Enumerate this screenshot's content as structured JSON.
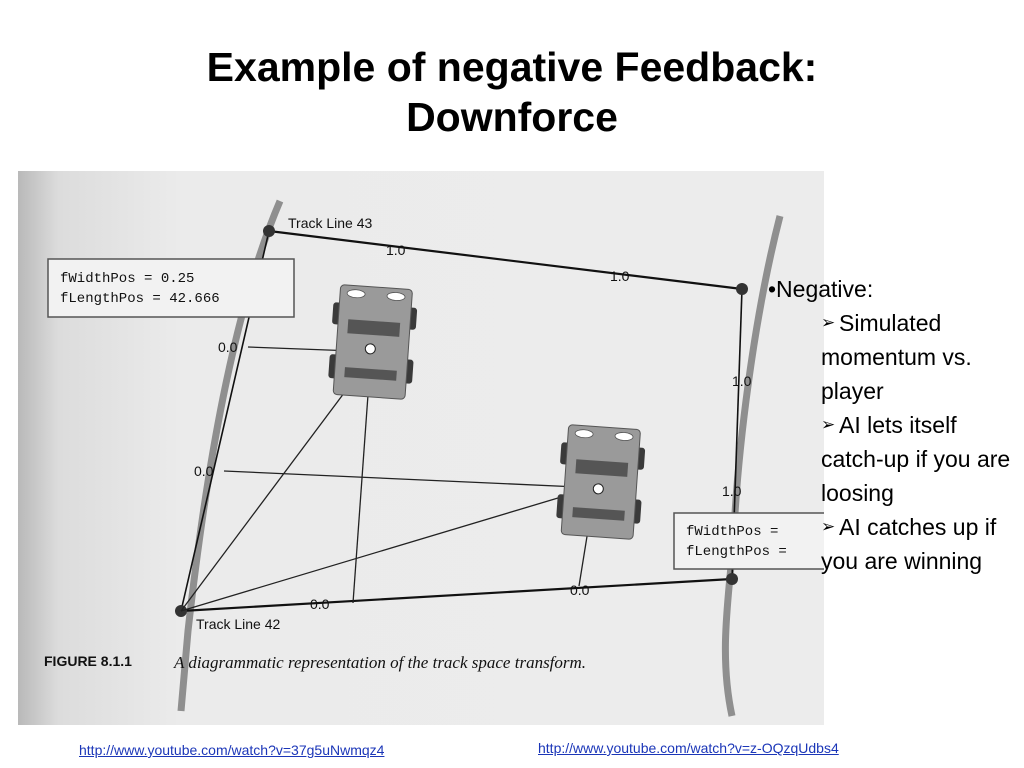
{
  "slide": {
    "title_line1": "Example of negative Feedback:",
    "title_line2": "Downforce"
  },
  "figure": {
    "track_line_top": "Track Line 43",
    "track_line_bottom": "Track Line 42",
    "top_label_left": "1.0",
    "top_label_right": "1.0",
    "right_label_upper": "1.0",
    "right_label_lower": "1.0",
    "bottom_label_left": "0.0",
    "bottom_label_right": "0.0",
    "left_label_upper": "0.0",
    "left_label_lower": "0.0",
    "box_left": {
      "line1": "fWidthPos = 0.25",
      "line2": "fLengthPos = 42.666"
    },
    "box_right": {
      "line1": "fWidthPos = ",
      "line2": "fLengthPos = "
    },
    "caption_label": "FIGURE 8.1.1",
    "caption_text": "A diagrammatic representation of the track space transform."
  },
  "bullets": {
    "heading": "•Negative:",
    "items": [
      "Simulated momentum vs. player",
      "AI lets itself catch-up if you are loosing",
      "AI catches up if you are winning"
    ],
    "arrow_glyph": "➢"
  },
  "links": {
    "left": "http://www.youtube.com/watch?v=37g5uNwmqz4",
    "right": "http://www.youtube.com/watch?v=z-OQzqUdbs4"
  },
  "colors": {
    "link": "#1b36b8",
    "page_bg": "#e8e8e8",
    "track_edge": "#8f8f8f",
    "car_body": "#9a9a9a"
  }
}
